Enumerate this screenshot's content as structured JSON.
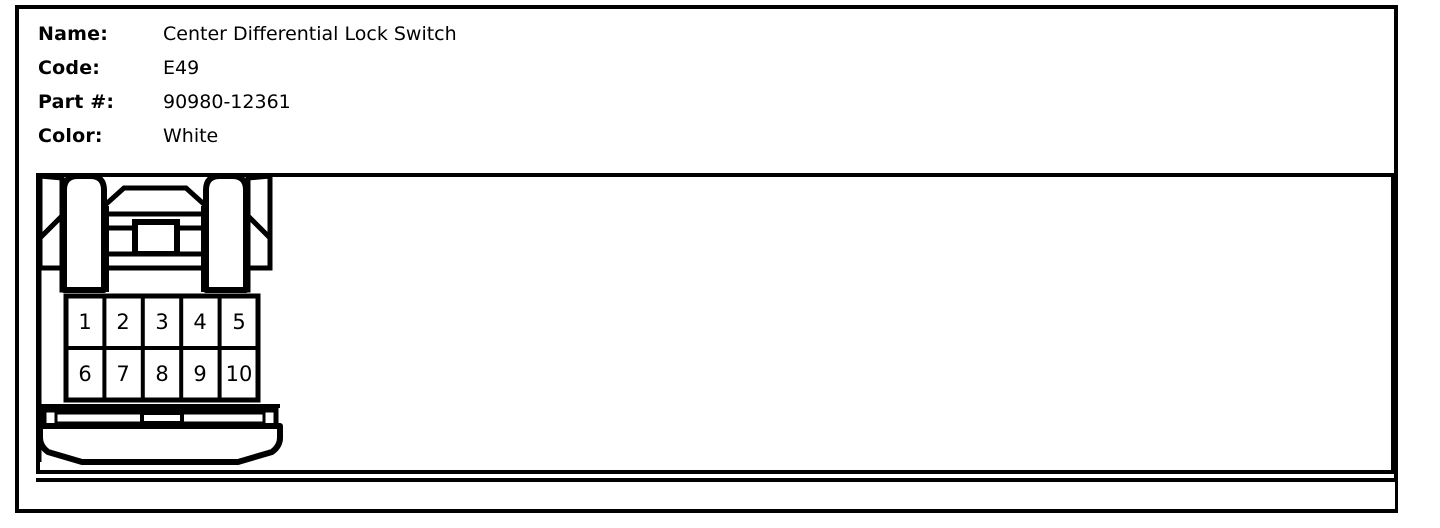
{
  "header": {
    "rows": [
      {
        "label": "Name:",
        "value": "Center Differential Lock Switch"
      },
      {
        "label": "Code:",
        "value": "E49"
      },
      {
        "label": "Part #:",
        "value": "90980-12361"
      },
      {
        "label": "Color:",
        "value": "White"
      }
    ]
  },
  "connector": {
    "name": "Center Differential Lock Switch",
    "code": "E49",
    "part_number": "90980-12361",
    "color": "White",
    "pin_count": 10,
    "rows": 2,
    "columns": 5,
    "pins": [
      {
        "number": "1"
      },
      {
        "number": "2"
      },
      {
        "number": "3"
      },
      {
        "number": "4"
      },
      {
        "number": "5"
      },
      {
        "number": "6"
      },
      {
        "number": "7"
      },
      {
        "number": "8"
      },
      {
        "number": "9"
      },
      {
        "number": "10"
      }
    ],
    "pin_labels_top": [
      "1",
      "2",
      "3",
      "4",
      "5"
    ],
    "pin_labels_bottom": [
      "6",
      "7",
      "8",
      "9",
      "10"
    ]
  },
  "style": {
    "line_color": "#000000",
    "background": "#ffffff"
  }
}
